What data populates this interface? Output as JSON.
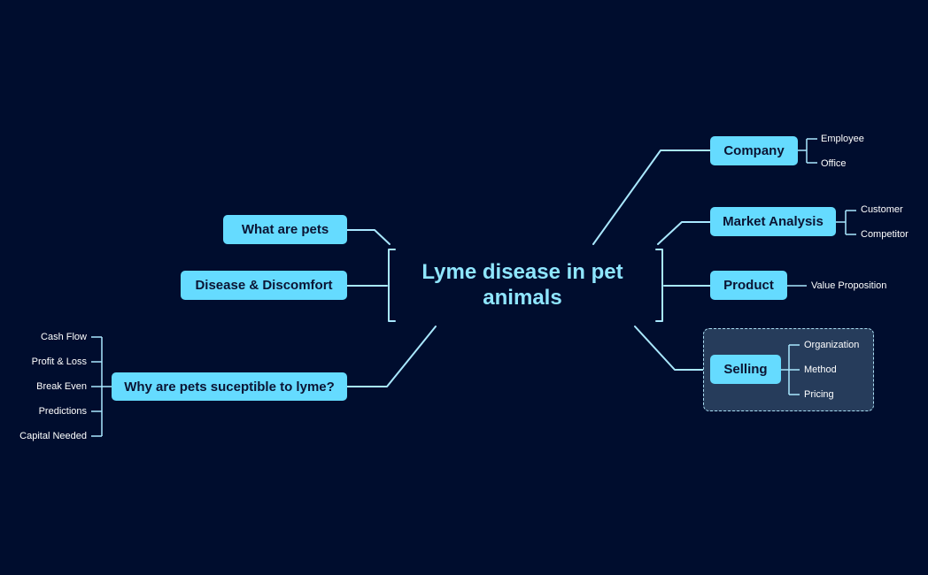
{
  "central_topic": "Lyme disease in pet animals",
  "colors": {
    "background": "#000d2e",
    "node_fill": "#65dbff",
    "node_text": "#0b1433",
    "central_text": "#8fe6ff",
    "connector": "#a9e8ff",
    "leaf_text": "#ffffff",
    "group_fill": "#263c5b",
    "group_border": "#a9ddf2"
  },
  "left_branches": [
    {
      "label": "What are pets",
      "children": []
    },
    {
      "label": "Disease & Discomfort",
      "children": []
    },
    {
      "label": "Why are pets suceptible to lyme?",
      "children": [
        "Cash Flow",
        "Profit & Loss",
        "Break Even",
        "Predictions",
        "Capital Needed"
      ]
    }
  ],
  "right_branches": [
    {
      "label": "Company",
      "children": [
        "Employee",
        "Office"
      ]
    },
    {
      "label": "Market Analysis",
      "children": [
        "Customer",
        "Competitor"
      ]
    },
    {
      "label": "Product",
      "children": [
        "Value Proposition"
      ]
    },
    {
      "label": "Selling",
      "children": [
        "Organization",
        "Method",
        "Pricing"
      ],
      "highlighted_group": true
    }
  ]
}
